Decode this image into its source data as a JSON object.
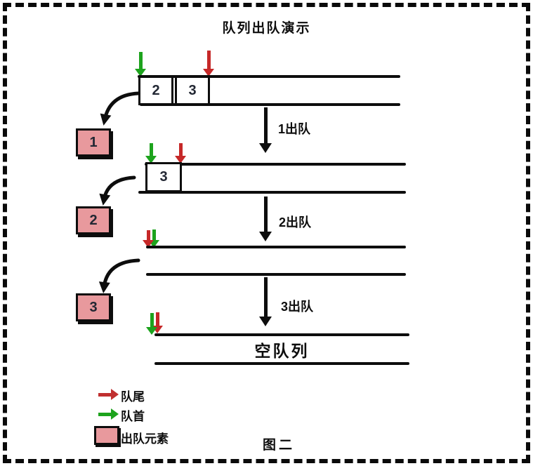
{
  "title": "队列出队演示",
  "caption": "图二",
  "colors": {
    "queue_head_green": "#1da31d",
    "queue_tail_red": "#c62828",
    "dequeued_pink": "#e8999d",
    "line_black": "#0d0d0d"
  },
  "stages": [
    {
      "cells": [
        "2",
        "3"
      ],
      "action_label": "1出队",
      "dequeued_box": "1"
    },
    {
      "cells": [
        "3"
      ],
      "action_label": "2出队",
      "dequeued_box": "2"
    },
    {
      "cells": [],
      "action_label": "3出队",
      "dequeued_box": "3"
    },
    {
      "cells": [],
      "empty_label": "空队列"
    }
  ],
  "legend": [
    {
      "symbol": "red-right-arrow",
      "label": "队尾"
    },
    {
      "symbol": "green-right-arrow",
      "label": "队首"
    },
    {
      "symbol": "pink-box",
      "label": "出队元素"
    }
  ]
}
